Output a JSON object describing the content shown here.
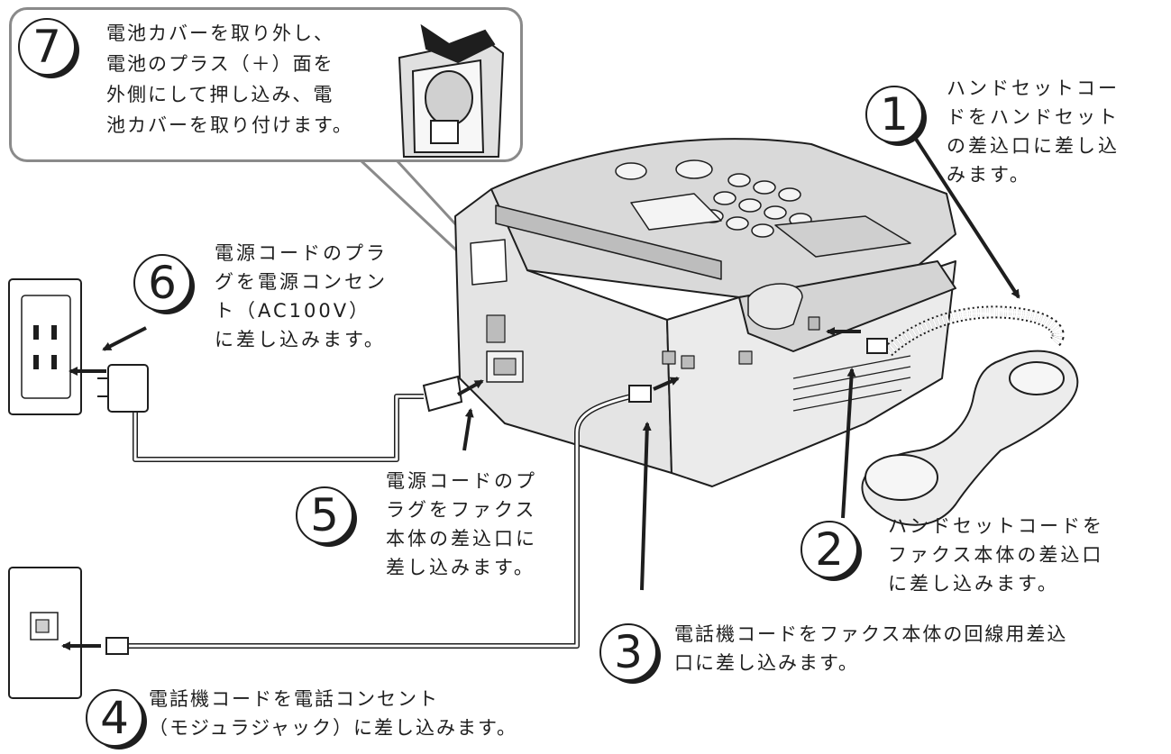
{
  "steps": [
    {
      "number": "1",
      "lines": [
        "ハンドセットコー",
        "ドをハンドセット",
        "の差込口に差し込",
        "みます。"
      ]
    },
    {
      "number": "2",
      "lines": [
        "ハンドセットコードを",
        "ファクス本体の差込口",
        "に差し込みます。"
      ]
    },
    {
      "number": "3",
      "lines": [
        "電話機コードをファクス本体の回線用差込",
        "口に差し込みます。"
      ]
    },
    {
      "number": "4",
      "lines": [
        "電話機コードを電話コンセント",
        "（モジュラジャック）に差し込みます。"
      ]
    },
    {
      "number": "5",
      "lines": [
        "電源コードのプ",
        "ラグをファクス",
        "本体の差込口に",
        "差し込みます。"
      ]
    },
    {
      "number": "6",
      "lines": [
        "電源コードのプラ",
        "グを電源コンセン",
        "ト（AC100V）",
        "に差し込みます。"
      ]
    },
    {
      "number": "7",
      "lines": [
        "電池カバーを取り外し、",
        "電池のプラス（＋）面を",
        "外側にして押し込み、電",
        "池カバーを取り付けます。"
      ]
    }
  ],
  "colors": {
    "line": "#1e1e1e",
    "callout_border": "#8a8a8a",
    "body_fill": "#e2e2e2",
    "body_shade": "#c8c8c8"
  }
}
